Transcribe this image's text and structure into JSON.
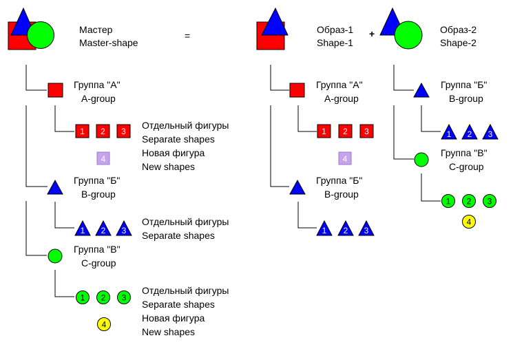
{
  "colors": {
    "red": "#ff0000",
    "blue": "#0000ff",
    "green": "#00ff00",
    "violet": "#c7a3ee",
    "yellow": "#ffff00",
    "line": "#000000"
  },
  "header": {
    "master_ru": "Мастер",
    "master_en": "Master-shape",
    "equals": "=",
    "plus": "+",
    "image1_ru": "Образ-1",
    "image1_en": "Shape-1",
    "image2_ru": "Образ-2",
    "image2_en": "Shape-2"
  },
  "groups": {
    "a_ru": "Группа \"А\"",
    "a_en": "A-group",
    "b_ru": "Группа \"Б\"",
    "b_en": "B-group",
    "c_ru": "Группа \"В\"",
    "c_en": "C-group"
  },
  "notes": {
    "separate_ru": "Отдельный фигуры",
    "separate_en": "Separate shapes",
    "new_ru": "Новая фигура",
    "new_en": "New shapes"
  },
  "items": {
    "n1": "1",
    "n2": "2",
    "n3": "3",
    "n4": "4"
  }
}
